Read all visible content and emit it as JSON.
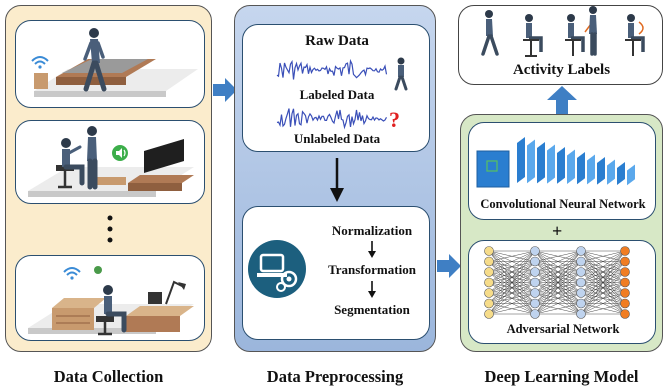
{
  "collection": {
    "caption": "Data Collection",
    "scenes": [
      "wifi-bedroom-walking-scene",
      "sitting-tv-livingroom-scene",
      "ellipsis",
      "wifi-office-desk-scene"
    ]
  },
  "preprocessing": {
    "caption": "Data Preprocessing",
    "raw_title": "Raw Data",
    "labeled": "Labeled Data",
    "unlabeled": "Unlabeled Data",
    "unknown_mark": "?",
    "steps": [
      "Normalization",
      "Transformation",
      "Segmentation"
    ]
  },
  "model": {
    "caption": "Deep Learning Model",
    "cnn_label": "Convolutional Neural Network",
    "plus": "+",
    "adv_label": "Adversarial Network"
  },
  "activity": {
    "label": "Activity Labels"
  },
  "colors": {
    "collection_bg": "#fbeccc",
    "preprocess_bg": "#a8c1e2",
    "model_bg": "#d7e8c6",
    "arrow": "#3f7fc4",
    "wave": "#3a4fb8",
    "question": "#e02020",
    "node_yellow": "#f6dc8a",
    "node_blue": "#bfd3ee",
    "node_orange": "#f07d22"
  }
}
